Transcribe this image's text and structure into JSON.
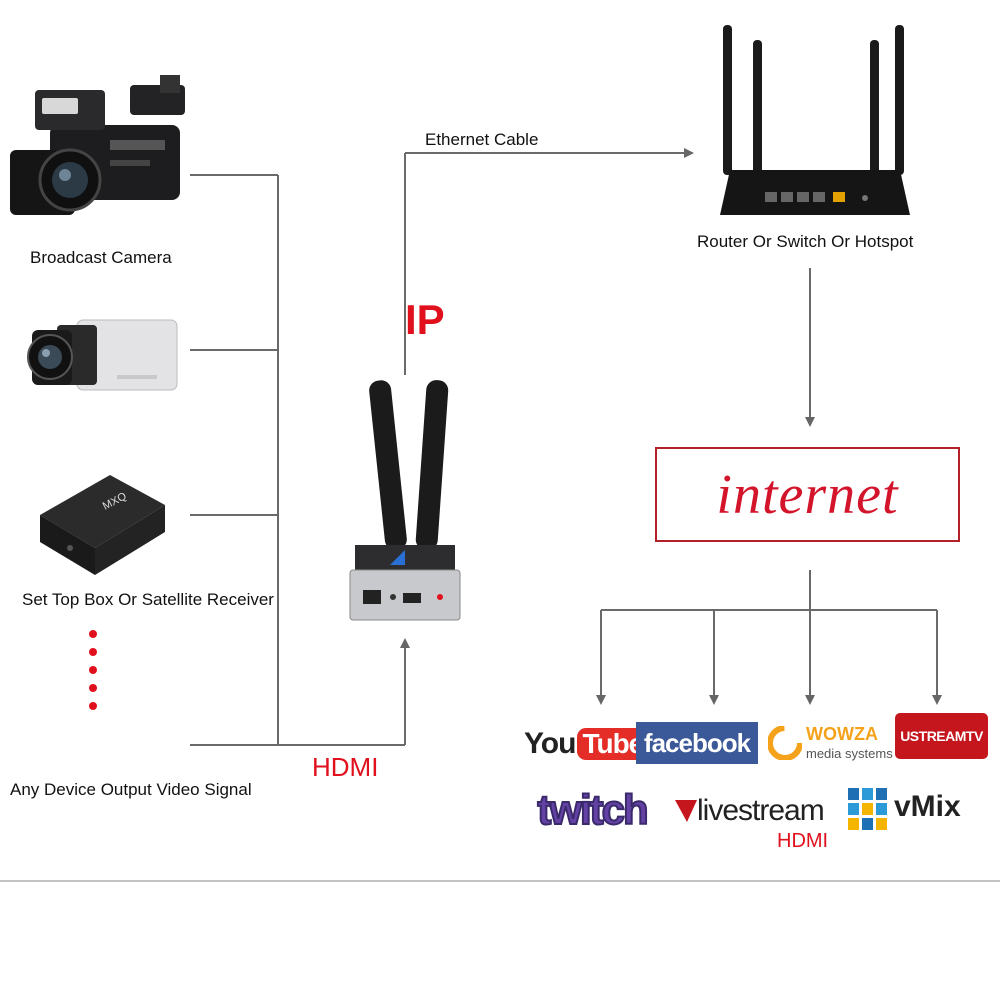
{
  "sources": {
    "broadcast_camera": "Broadcast Camera",
    "set_top_box": "Set Top Box Or Satellite Receiver",
    "any_device": "Any Device Output Video Signal"
  },
  "connections": {
    "ethernet": "Ethernet Cable",
    "ip": "IP",
    "hdmi": "HDMI"
  },
  "router": {
    "label": "Router Or Switch Or Hotspot"
  },
  "internet": {
    "label": "internet"
  },
  "platforms": {
    "youtube_you": "You",
    "youtube_tube": "Tube",
    "facebook": "facebook",
    "wowza_name": "WOWZA",
    "wowza_sub": "media systems",
    "ustream": "USTREAMTV",
    "twitch": "twitch",
    "livestream": "livestream",
    "livestream_hdmi": "HDMI",
    "vmix": "vMix"
  },
  "device": {
    "brand_icon": "encoder-device-icon"
  },
  "colors": {
    "red": "#e0101c",
    "line": "#666666",
    "youtube_red": "#e52d27",
    "facebook_blue": "#3b5998",
    "wowza_orange": "#f5a21b",
    "ustream_red": "#c4161c",
    "twitch_purple": "#6441a5",
    "vmix_blue": "#1f6fb5"
  }
}
